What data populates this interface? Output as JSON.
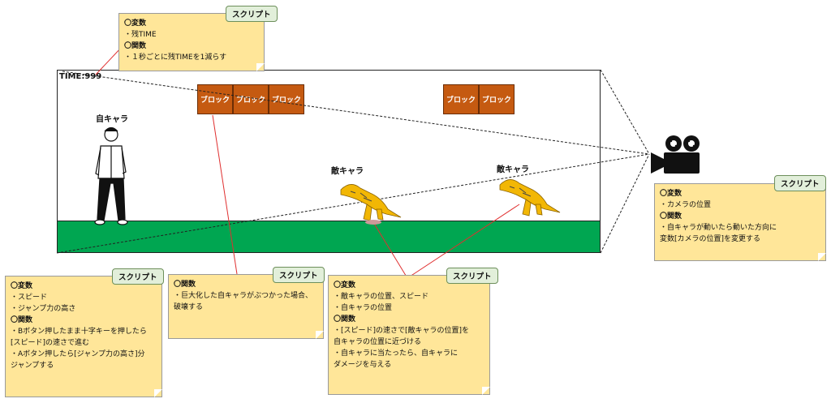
{
  "scene": {
    "timer": "TIME:999",
    "blocks_left": [
      "ブロック",
      "ブロック",
      "ブロック"
    ],
    "blocks_right": [
      "ブロック",
      "ブロック"
    ],
    "player_label": "自キャラ",
    "enemy1_label": "敵キャラ",
    "enemy2_label": "敵キャラ",
    "colors": {
      "ground": "#00a651",
      "block": "#c55a11",
      "note": "#ffe699",
      "tag": "#e2efda"
    }
  },
  "notes": {
    "timer": {
      "tag": "スクリプト",
      "lines": [
        "〇変数",
        "・残TIME",
        "〇関数",
        "・１秒ごとに残TIMEを1減らす"
      ]
    },
    "camera": {
      "tag": "スクリプト",
      "lines": [
        "〇変数",
        "・カメラの位置",
        "〇関数",
        "・自キャラが動いたら動いた方向に",
        "変数[カメラの位置]を変更する"
      ]
    },
    "player": {
      "tag": "スクリプト",
      "lines": [
        "〇変数",
        "・スピード",
        "・ジャンプ力の高さ",
        "〇関数",
        "・Bボタン押したまま十字キーを押したら",
        "[スピード]の速さで進む",
        "・Aボタン押したら[ジャンプ力の高さ]分",
        "ジャンプする"
      ]
    },
    "block": {
      "tag": "スクリプト",
      "lines": [
        "〇関数",
        "・巨大化した自キャラがぶつかった場合、",
        "破壊する"
      ]
    },
    "enemy": {
      "tag": "スクリプト",
      "lines": [
        "〇変数",
        "・敵キャラの位置、スピード",
        "・自キャラの位置",
        "〇関数",
        "・[スピード]の速さで[敵キャラの位置]を",
        "自キャラの位置に近づける",
        "・自キャラに当たったら、自キャラに",
        "ダメージを与える"
      ]
    }
  }
}
